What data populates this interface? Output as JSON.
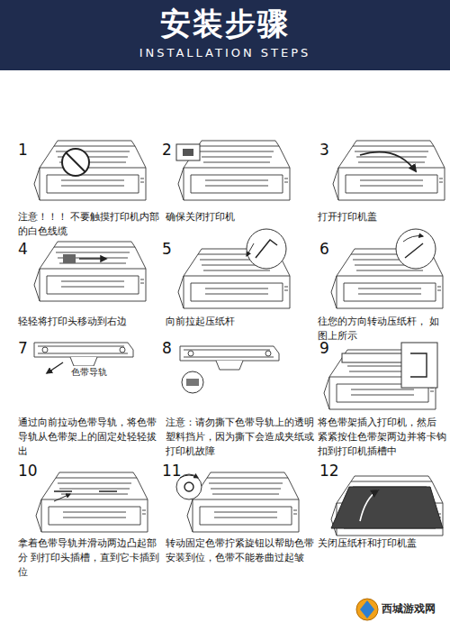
{
  "diagram": {
    "title": "安装步骤",
    "labels": [
      "INSTALLATION STEPS",
      "1",
      "注意！！！ 不要触摸打印机内部的白色线缆",
      "2",
      "确保关闭打印机",
      "3",
      "打开打印机盖",
      "4",
      "轻轻将打印头移动到右边",
      "5",
      "向前拉起压纸杆",
      "6",
      "往您的方向转动压纸杆， 如图上所示",
      "7",
      "色带导轨",
      "通过向前拉动色带导轨，将色带 导轨从色带架上的固定处轻轻拔出",
      "8",
      "注意：请勿撕下色带导轨上的透明 塑料挡片，因为撕下会造成夹纸或 打印机故障",
      "9",
      "将色带架插入打印机，然后 紧紧按住色带架两边并将卡钩 扣到打印机插槽中",
      "10",
      "拿着色带导轨并滑动两边凸起部分 到打印头插槽，直到它卡插到位",
      "11",
      "转动固定色带拧紧旋钮以帮助色带 安装到位，色带不能卷曲过起皱",
      "12",
      "关闭压纸杆和打印机盖",
      "西城游戏网"
    ]
  }
}
